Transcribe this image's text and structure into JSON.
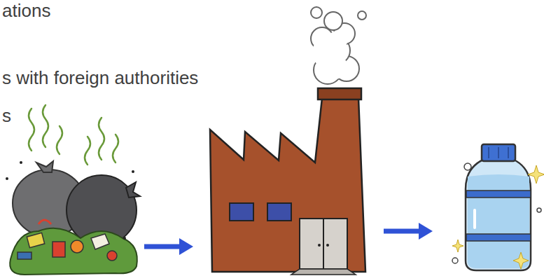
{
  "diagram": {
    "labels": [
      "ations",
      "s with foreign authorities",
      "s"
    ]
  }
}
